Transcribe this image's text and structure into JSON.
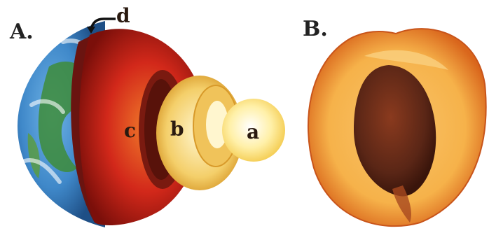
{
  "panels": {
    "a": {
      "label": "A."
    },
    "b": {
      "label": "B."
    }
  },
  "earth_layers": {
    "inner_core": "a",
    "outer_core": "b",
    "mantle": "c",
    "crust": "d"
  },
  "colors": {
    "ocean": "#3f88c9",
    "land": "#3e8c3a",
    "mantle": "#d2281a",
    "outer_core": "#f4cf6a",
    "inner_core": "#fff0a8",
    "peach_skin": "#d9661c",
    "peach_flesh": "#f6b24a",
    "pit": "#5a2616"
  }
}
